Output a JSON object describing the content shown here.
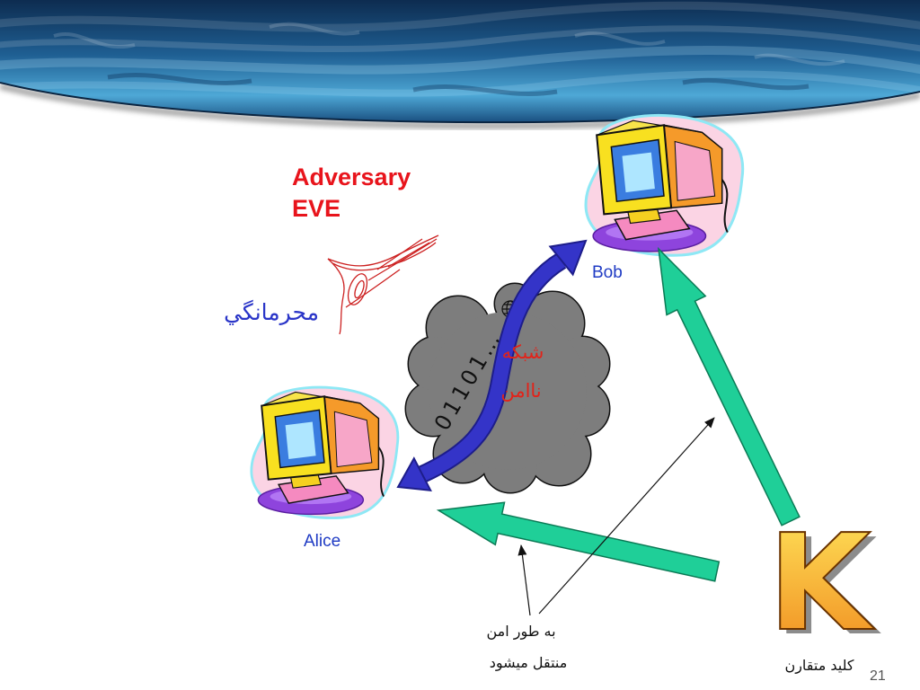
{
  "slide": {
    "number": "21"
  },
  "colors": {
    "header_dark": "#0d2c50",
    "header_mid": "#1f5f93",
    "header_light": "#4ea8d6",
    "eve_text": "#e8141c",
    "eve_sketch": "#cc2020",
    "confidentiality_text": "#2a35c8",
    "label_text": "#1f3bc4",
    "network_text": "#e2231a",
    "cloud": "#7d7d7d",
    "channel_arrow": "#3434c8",
    "key_arrow": "#1fcf98",
    "key_letter_top": "#ffe45a",
    "key_letter_bottom": "#f08a1e"
  },
  "eve": {
    "line1": "Adversary",
    "line2": "EVE",
    "icon": "eavesdropper-sketch-icon"
  },
  "confidentiality": {
    "label": "محرمانگي"
  },
  "bob": {
    "label": "Bob",
    "icon": "computer-icon"
  },
  "alice": {
    "label": "Alice",
    "icon": "computer-icon"
  },
  "network": {
    "line1": "شبکه",
    "line2": "ناامن",
    "bits": "01101…",
    "icon": "cloud-icon"
  },
  "channel": {
    "icon": "double-arrow-icon"
  },
  "key": {
    "letter": "K",
    "label": "كليد متقارن"
  },
  "secure_delivery": {
    "line1": "به طور امن",
    "line2": "منتقل ميشود"
  }
}
